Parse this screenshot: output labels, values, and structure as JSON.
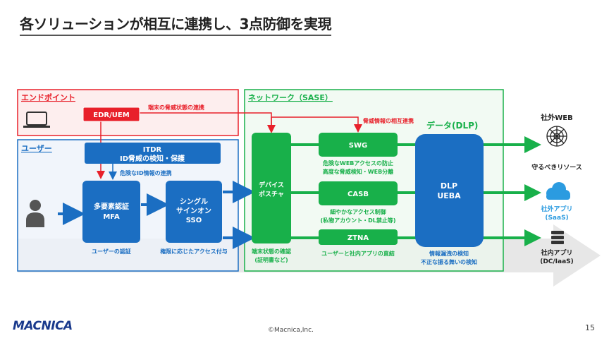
{
  "title": "各ソリューションが相互に連携し、3点防御を実現",
  "footer": {
    "logo": "MACNICA",
    "copyright": "©Macnica,Inc.",
    "page_number": "15"
  },
  "colors": {
    "red": "#e8202a",
    "blue": "#1b6ec2",
    "green": "#18b04a",
    "light_red_bg": "#fdeeee",
    "light_blue_bg": "#eef3fa",
    "light_green_bg": "#ecf8ee"
  },
  "groups": {
    "endpoint": {
      "label": "エンドポイント"
    },
    "user": {
      "label": "ユーザー"
    },
    "network": {
      "label": "ネットワーク（SASE）"
    },
    "data": {
      "label": "データ(DLP)"
    }
  },
  "nodes": {
    "edr": {
      "label": "EDR/UEM"
    },
    "itdr": {
      "line1": "ITDR",
      "line2": "ID脅威の検知・保護"
    },
    "mfa": {
      "line1": "多要素認証",
      "line2": "MFA"
    },
    "sso": {
      "line1": "シングル",
      "line2": "サインオン",
      "line3": "SSO"
    },
    "posture": {
      "line1": "デバイス",
      "line2": "ポスチャ"
    },
    "swg": {
      "label": "SWG"
    },
    "casb": {
      "label": "CASB"
    },
    "ztna": {
      "label": "ZTNA"
    },
    "dlp": {
      "line1": "DLP",
      "line2": "UEBA"
    }
  },
  "annotations": {
    "edr_link": "端末の脅威状態の連携",
    "threat_link": "脅威情報の相互連携",
    "id_link": "危険なID情報の連携",
    "mfa_desc": "ユーザーの認証",
    "sso_desc": "権限に応じたアクセス付与",
    "posture_desc_1": "端末状態の確認",
    "posture_desc_2": "(証明書など)",
    "swg_desc_1": "危険なWEBアクセスの防止",
    "swg_desc_2": "高度な脅威検知・WEB分離",
    "casb_desc_1": "細やかなアクセス制御",
    "casb_desc_2": "(私物アカウント・DL禁止等)",
    "ztna_desc": "ユーザーと社内アプリの直結",
    "dlp_desc_1": "情報漏洩の検知",
    "dlp_desc_2": "不正な振る舞いの検知"
  },
  "resources": {
    "heading": "守るべきリソース",
    "web": {
      "label": "社外WEB"
    },
    "saas": {
      "line1": "社外アプリ",
      "line2": "(SaaS)"
    },
    "dc": {
      "line1": "社内アプリ",
      "line2": "(DC/IaaS)"
    }
  }
}
